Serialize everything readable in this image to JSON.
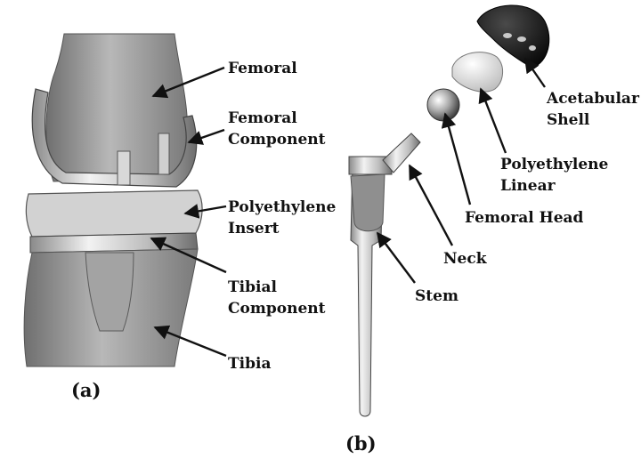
{
  "panel_a": {
    "caption": "(a)",
    "labels": {
      "femoral": "Femoral",
      "femoral_component_1": "Femoral",
      "femoral_component_2": "Component",
      "insert_1": "Polyethylene",
      "insert_2": "Insert",
      "tibial_component_1": "Tibial",
      "tibial_component_2": "Component",
      "tibia": "Tibia"
    }
  },
  "panel_b": {
    "caption": "(b)",
    "labels": {
      "acetabular_1": "Acetabular",
      "acetabular_2": "Shell",
      "liner_1": "Polyethylene",
      "liner_2": "Linear",
      "femoral_head": "Femoral Head",
      "neck": "Neck",
      "stem": "Stem"
    }
  },
  "colors": {
    "bone": "#9a9a9a",
    "metal": "#c9c9c9",
    "polyethylene": "#e2e2e2",
    "shell": "#151515"
  }
}
